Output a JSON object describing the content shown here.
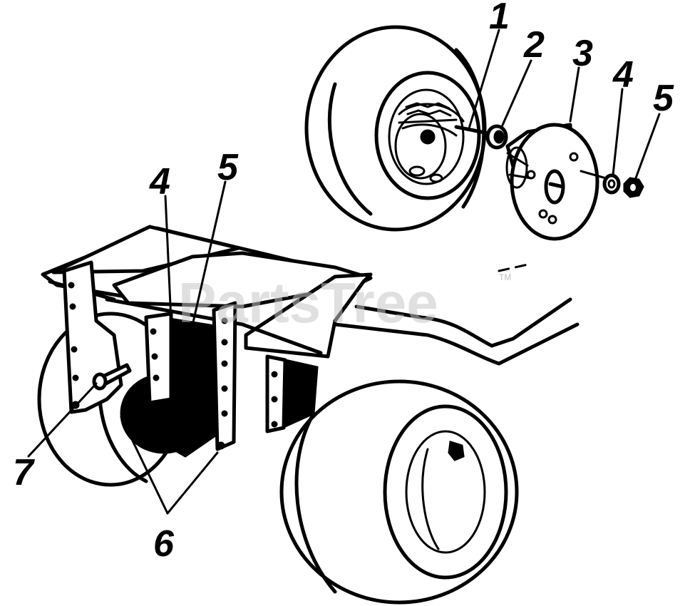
{
  "diagram": {
    "callouts": [
      "1",
      "2",
      "3",
      "4",
      "5",
      "4",
      "5",
      "7",
      "6"
    ],
    "watermark": "PartsTree",
    "trademark": "TM",
    "colors": {
      "ink": "#000000",
      "paper": "#ffffff",
      "watermark": "#c8c8c8"
    }
  }
}
